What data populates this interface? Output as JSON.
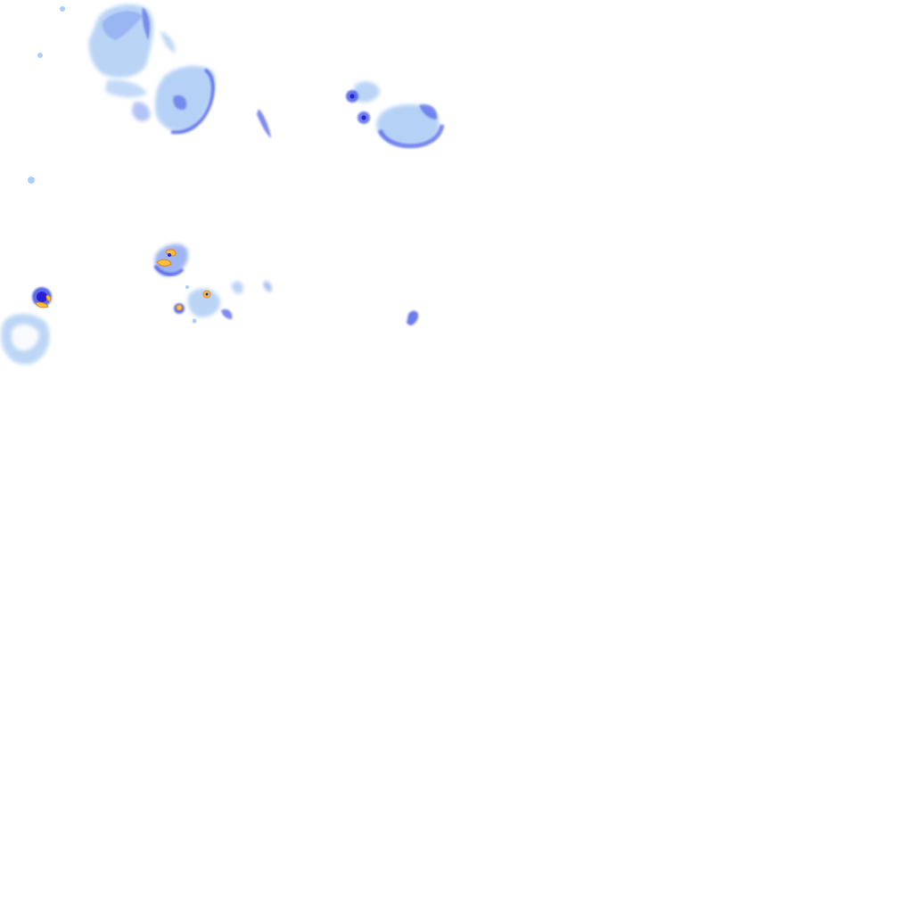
{
  "map": {
    "kind": "precipitation radar overlay tile",
    "background": "#ffffff",
    "palette": {
      "light": "#aecdf5",
      "mid": "#7f9cf0",
      "strong": "#4a5be8",
      "core": "#2a1fd6",
      "heavy_fill": "#f6c23a",
      "heavy_edge": "#e08a2a"
    },
    "cells": [
      {
        "id": "northwest-large",
        "intensity": "light-moderate"
      },
      {
        "id": "northwest-lobe",
        "intensity": "moderate"
      },
      {
        "id": "north-streak",
        "intensity": "moderate"
      },
      {
        "id": "north-central-cluster",
        "intensity": "moderate"
      },
      {
        "id": "west-small",
        "intensity": "heavy"
      },
      {
        "id": "west-ring",
        "intensity": "light"
      },
      {
        "id": "central-cell",
        "intensity": "heavy"
      },
      {
        "id": "central-south-group",
        "intensity": "heavy"
      },
      {
        "id": "east-isolated",
        "intensity": "moderate"
      }
    ]
  }
}
